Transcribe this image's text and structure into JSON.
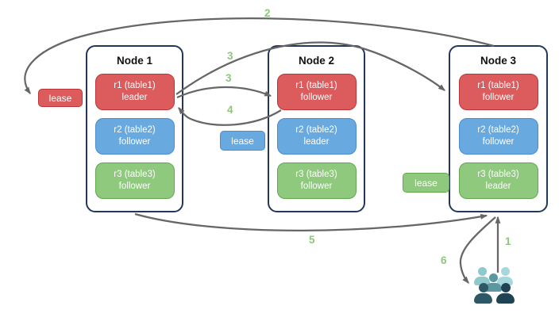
{
  "nodes": [
    {
      "title": "Node 1",
      "replicas": [
        {
          "label": "r1 (table1)",
          "role": "leader",
          "color": "red"
        },
        {
          "label": "r2 (table2)",
          "role": "follower",
          "color": "blue"
        },
        {
          "label": "r3 (table3)",
          "role": "follower",
          "color": "green"
        }
      ]
    },
    {
      "title": "Node 2",
      "replicas": [
        {
          "label": "r1 (table1)",
          "role": "follower",
          "color": "red"
        },
        {
          "label": "r2 (table2)",
          "role": "leader",
          "color": "blue"
        },
        {
          "label": "r3 (table3)",
          "role": "follower",
          "color": "green"
        }
      ]
    },
    {
      "title": "Node 3",
      "replicas": [
        {
          "label": "r1 (table1)",
          "role": "follower",
          "color": "red"
        },
        {
          "label": "r2 (table2)",
          "role": "follower",
          "color": "blue"
        },
        {
          "label": "r3 (table3)",
          "role": "leader",
          "color": "green"
        }
      ]
    }
  ],
  "leases": [
    {
      "label": "lease",
      "color": "red"
    },
    {
      "label": "lease",
      "color": "blue"
    },
    {
      "label": "lease",
      "color": "green"
    }
  ],
  "steps": [
    {
      "text": "1"
    },
    {
      "text": "2"
    },
    {
      "text": "3"
    },
    {
      "text": "3"
    },
    {
      "text": "4"
    },
    {
      "text": "5"
    },
    {
      "text": "6"
    }
  ],
  "people": {
    "members": [
      {
        "color": "#8FC9CE"
      },
      {
        "color": "#A5D8DD"
      },
      {
        "color": "#5B98A1"
      },
      {
        "color": "#2F5866"
      },
      {
        "color": "#1F4354"
      }
    ]
  },
  "colors": {
    "node-border": "#24375B",
    "node-title": "#111111",
    "red-fill": "#DC5B5C",
    "red-border": "#BE3434",
    "blue-fill": "#68A9E0",
    "blue-border": "#4A8CD0",
    "green-fill": "#8FC97E",
    "green-border": "#63A751",
    "arrow": "#666666",
    "step-label": "#8CC87B",
    "replica-text": "#FFFFFF"
  }
}
